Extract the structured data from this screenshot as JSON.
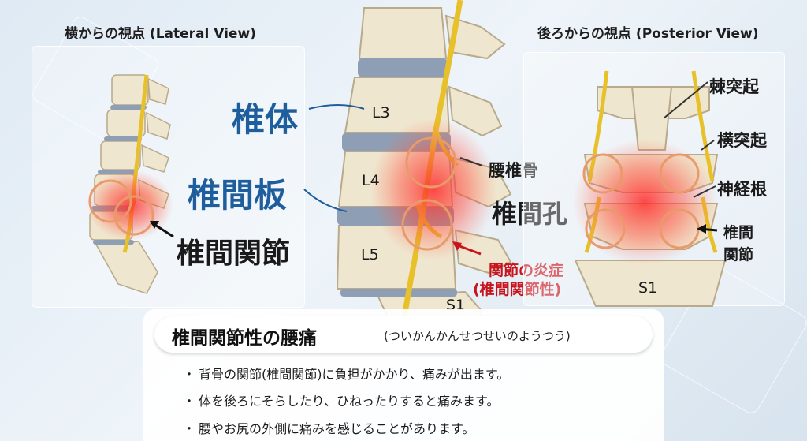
{
  "lateral": {
    "title": "横からの視点 (Lateral View)",
    "label_joint": "椎間関節"
  },
  "center": {
    "label_body": "椎体",
    "label_disc": "椎間板",
    "vertebra_l3": "L3",
    "vertebra_l4": "L4",
    "vertebra_l5": "L5",
    "vertebra_s1": "S1",
    "label_lumbar": "腰椎骨",
    "label_foramen": "椎間孔",
    "label_inflammation_line1": "関節の炎症",
    "label_inflammation_line2": "(椎間関節性)"
  },
  "posterior": {
    "title": "後ろからの視点 (Posterior View)",
    "label_spinous": "棘突起",
    "label_transverse": "横突起",
    "label_nerve_root": "神経根",
    "label_facet_line1": "椎間",
    "label_facet_line2": "関節",
    "vertebra_s1": "S1"
  },
  "info_box": {
    "title": "椎間関節性の腰痛",
    "reading": "(ついかんかんせつせいのようつう)",
    "bullets": [
      "背骨の関節(椎間関節)に負担がかかり、痛みが出ます。",
      "体を後ろにそらしたり、ひねったりすると痛みます。",
      "腰やお尻の外側に痛みを感じることがあります。"
    ]
  },
  "colors": {
    "accent_blue": "#1e5e9c",
    "inflammation_red": "#c8141c",
    "highlight_circle": "#e99a6a",
    "nerve_yellow": "#e8c12a",
    "bone": "#efe6cf",
    "disc": "#8e9fb5"
  }
}
